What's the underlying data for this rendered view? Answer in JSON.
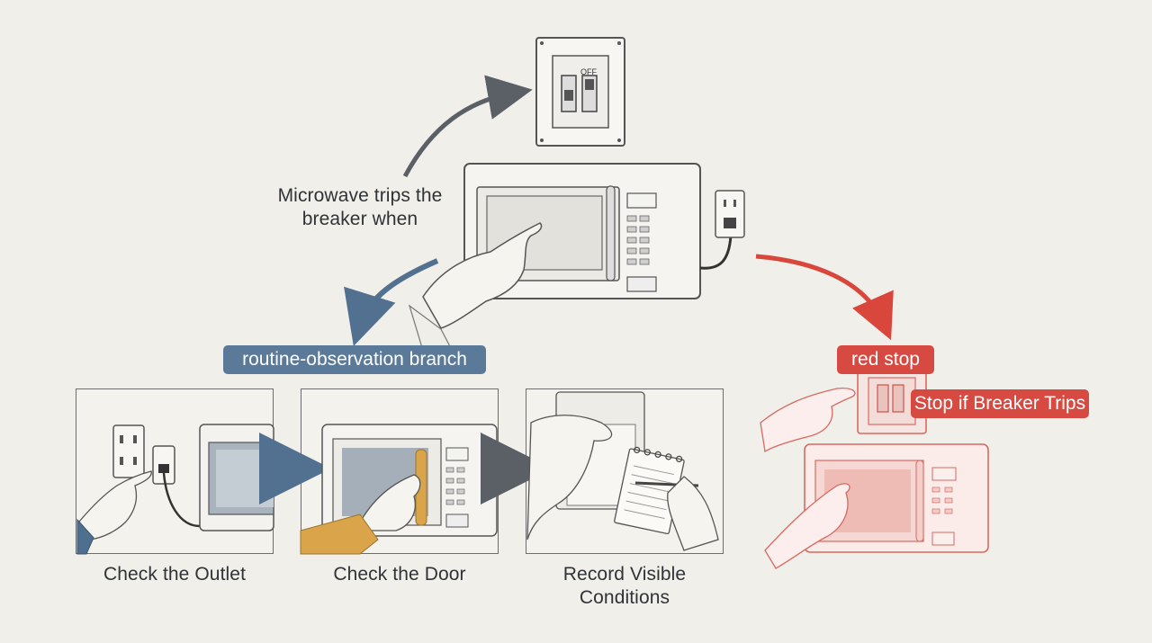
{
  "top": {
    "caption_line1": "Microwave trips the",
    "caption_line2": "breaker when",
    "breaker_off_label": "OFF"
  },
  "routine_branch": {
    "label": "routine-observation branch",
    "color": "#5b7a99",
    "steps": [
      {
        "label": "Check the Outlet"
      },
      {
        "label": "Check the Door"
      },
      {
        "label_line1": "Record Visible",
        "label_line2": "Conditions"
      }
    ]
  },
  "stop_branch": {
    "label": "red stop",
    "note": "Stop if Breaker Trips",
    "color": "#d64a42"
  },
  "colors": {
    "background": "#f1efe9",
    "line": "#5a5a5a",
    "blue_accent": "#4f6f8f",
    "orange_accent": "#d9a44a",
    "red_accent": "#d64a42"
  }
}
